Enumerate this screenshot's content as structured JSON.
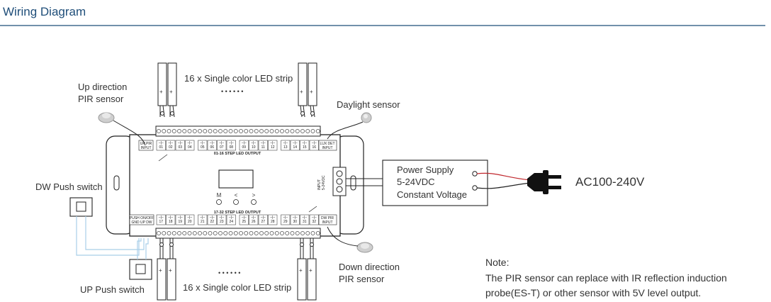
{
  "title": "Wiring Diagram",
  "colors": {
    "title": "#1f4e79",
    "title_rule": "#1f4e79",
    "wire_blue": "#a9cfe8",
    "wire_red": "#c0272d",
    "outline": "#222222"
  },
  "labels": {
    "up_pir": [
      "Up direction",
      "PIR sensor"
    ],
    "daylight": "Daylight sensor",
    "led_strip_top": "16 x Single color LED strip",
    "led_strip_bottom": "16 x Single color LED strip",
    "dots": "• • • • • •",
    "dw_push": "DW Push switch",
    "up_push": "UP Push switch",
    "down_pir": [
      "Down direction",
      "PIR sensor"
    ],
    "ac": "AC100-240V"
  },
  "power_supply": {
    "line1": "Power Supply",
    "line2": "5-24VDC",
    "line3": "Constant Voltage"
  },
  "note": {
    "heading": "Note:",
    "line1": "The PIR sensor can replace with IR reflection induction",
    "line2": "probe(ES-T) or other sensor with 5V level output."
  },
  "controller": {
    "top_left_tag": [
      "UP PIR",
      "INPUT"
    ],
    "top_right_tag": [
      "LUX DET",
      "INPUT"
    ],
    "bottom_left_tag": [
      "PUSH ON/OFF",
      "GND UP DW"
    ],
    "bottom_right_tag": [
      "DW PIR",
      "INPUT"
    ],
    "top_channels": [
      "01",
      "02",
      "03",
      "04",
      "05",
      "06",
      "07",
      "08",
      "09",
      "10",
      "11",
      "12",
      "13",
      "14",
      "15",
      "16"
    ],
    "bottom_channels": [
      "17",
      "18",
      "19",
      "20",
      "21",
      "22",
      "23",
      "24",
      "25",
      "26",
      "27",
      "28",
      "29",
      "30",
      "31",
      "32"
    ],
    "top_output": "01-16 STEP LED OUTPUT",
    "bottom_output": "17-32 STEP LED OUTPUT",
    "buttons": [
      "M",
      "<",
      ">"
    ],
    "power_input": [
      "INPUT",
      "5-24VDC"
    ],
    "strip_pins": [
      "+",
      "+"
    ]
  }
}
